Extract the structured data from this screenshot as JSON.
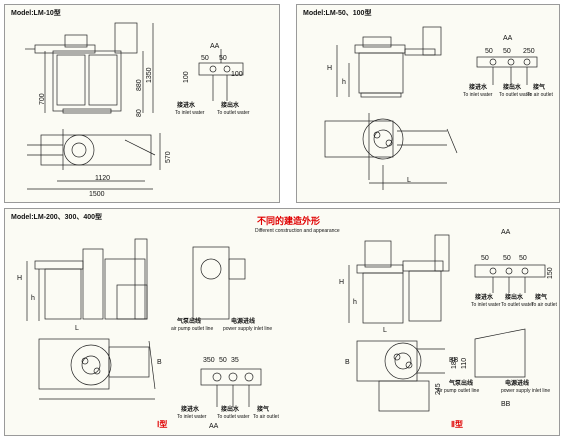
{
  "panel1": {
    "model": "Model:LM-10型",
    "dims": {
      "v700": "700",
      "v880": "880",
      "v1350": "1350",
      "v80": "80",
      "v570": "570",
      "h1120": "1120",
      "h1500": "1500"
    },
    "aa": "AA",
    "inlet": {
      "n50a": "50",
      "n50b": "50",
      "n100a": "100",
      "n100b": "100"
    },
    "water_in_zh": "接进水",
    "water_in_en": "To inlet water",
    "water_out_zh": "接出水",
    "water_out_en": "To outlet water"
  },
  "panel2": {
    "model": "Model:LM-50、100型",
    "aa": "AA",
    "dims": {
      "n50a": "50",
      "n50b": "50",
      "n250": "250",
      "h": "H",
      "h_small": "h",
      "l": "L"
    },
    "water_in_zh": "接进水",
    "water_in_en": "To inlet water",
    "water_out_zh": "接出水",
    "water_out_en": "To outlet water",
    "air_out_zh": "接气",
    "air_out_en": "To air outlet"
  },
  "panel3": {
    "model": "Model:LM-200、300、400型",
    "title_zh": "不同的建造外形",
    "title_en": "Different construction and appearance",
    "left": {
      "h": "H",
      "h_small": "h",
      "l": "L",
      "b": "B",
      "aa": "AA",
      "pump_zh": "气泵出线",
      "pump_en": "air pump outlet line",
      "power_zh": "电源进线",
      "power_en": "power supply inlet line",
      "n350": "350",
      "n50": "50",
      "n35": "35",
      "water_in_zh": "接进水",
      "water_in_en": "To inlet water",
      "water_out_zh": "接出水",
      "water_out_en": "To outlet water",
      "air_zh": "接气",
      "air_en": "To air outlet",
      "type": "Ⅰ型"
    },
    "right": {
      "h": "H",
      "h_small": "h",
      "l": "L",
      "b": "B",
      "aa": "AA",
      "bb1": "BB",
      "bb2": "BB",
      "n50a": "50",
      "n50b": "50",
      "n50c": "50",
      "n150": "150",
      "n180": "180",
      "n110": "110",
      "n245": "245",
      "water_in_zh": "接进水",
      "water_in_en": "To inlet water",
      "water_out_zh": "接出水",
      "water_out_en": "To outlet water",
      "air_zh": "接气",
      "air_en": "To air outlet",
      "pump_zh": "气泵出线",
      "pump_en": "air pump outlet line",
      "power_zh": "电源进线",
      "power_en": "power supply inlet line",
      "type": "Ⅱ型"
    }
  }
}
